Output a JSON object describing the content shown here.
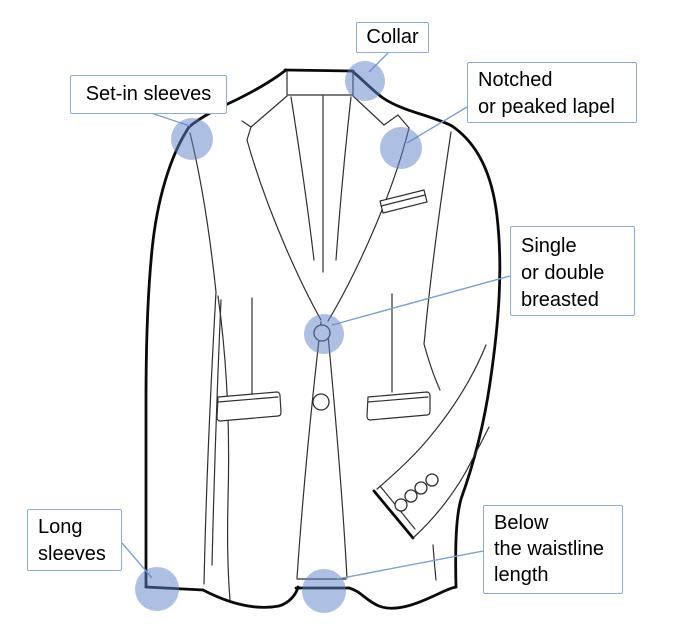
{
  "figure": {
    "title_hidden": "",
    "background": "#ffffff",
    "label_border_color": "#8aabdc",
    "connector_color": "#7d9fd4",
    "highlight_circle_color": "#5b82c9",
    "outline_color": "#0a0a0a",
    "seam_line_color": "#2f2f2f"
  },
  "labels": {
    "collar": {
      "text": "Collar"
    },
    "set_in_sleeves": {
      "text": "Set-in sleeves"
    },
    "notched_lapel": {
      "line1": "Notched",
      "line2": "or peaked lapel"
    },
    "breasted": {
      "line1": "Single",
      "line2": "or double",
      "line3": "breasted"
    },
    "long_sleeves": {
      "line1": "Long",
      "line2": "sleeves"
    },
    "below_waistline": {
      "line1": "Below",
      "line2": "the waistline",
      "line3": "length"
    }
  },
  "diagram": {
    "subject": "women's tailored jacket line drawing",
    "highlighted_points": [
      "collar",
      "set-in sleeve shoulder seam",
      "notched or peaked lapel",
      "single or double breasted button",
      "long sleeve cuff",
      "below-the-waistline hem"
    ]
  }
}
